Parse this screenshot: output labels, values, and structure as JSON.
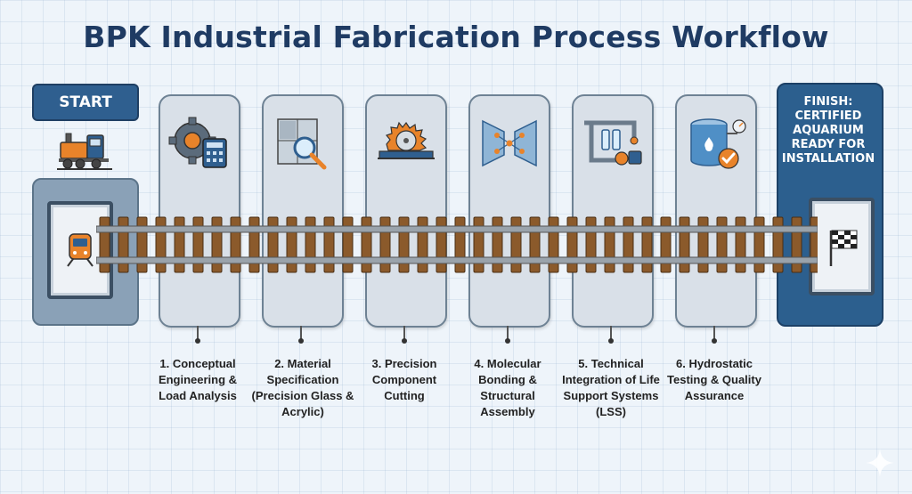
{
  "title": "BPK Industrial Fabrication Process Workflow",
  "start": {
    "label": "START"
  },
  "finish": {
    "text": "FINISH: CERTIFIED AQUARIUM READY FOR INSTALLATION"
  },
  "steps": [
    {
      "label": "1. Conceptual Engineering & Load Analysis",
      "icon": "gear-calculator-icon"
    },
    {
      "label": "2. Material Specification (Precision Glass & Acrylic)",
      "icon": "magnifier-glass-icon"
    },
    {
      "label": "3. Precision Component Cutting",
      "icon": "circular-saw-icon"
    },
    {
      "label": "4. Molecular Bonding & Structural Assembly",
      "icon": "bonding-panels-icon"
    },
    {
      "label": "5. Technical Integration of Life Support Systems (LSS)",
      "icon": "pipes-pump-icon"
    },
    {
      "label": "6. Hydrostatic Testing & Quality Assurance",
      "icon": "tank-check-icon"
    }
  ],
  "colors": {
    "title": "#1f3b63",
    "accent": "#2f5f8f",
    "orange": "#e8832a",
    "rail": "#9aa3ab",
    "tie": "#8b5a2b"
  }
}
